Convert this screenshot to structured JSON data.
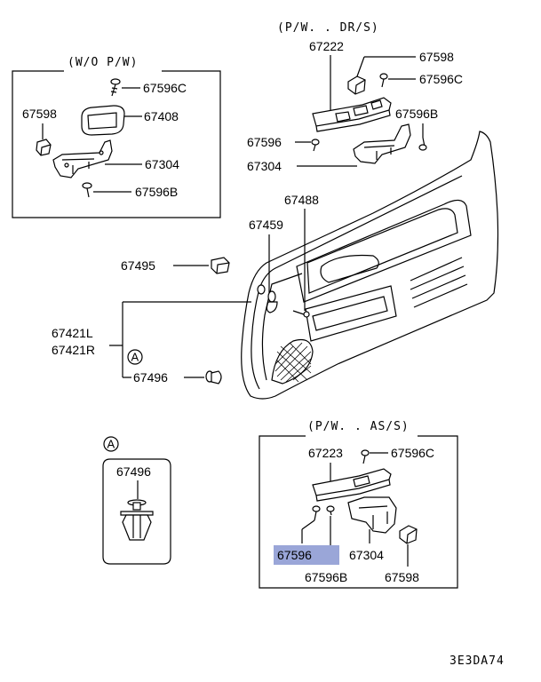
{
  "sections": {
    "wo_pw": "(W/O  P/W)",
    "pw_dr": "(P/W. . DR/S)",
    "pw_as": "(P/W. . AS/S)",
    "ref_a": "A"
  },
  "labels": {
    "p67596c_a": "67596C",
    "p67598_a": "67598",
    "p67408": "67408",
    "p67304_a": "67304",
    "p67596b_a": "67596B",
    "p67222": "67222",
    "p67598_b": "67598",
    "p67596c_b": "67596C",
    "p67596_a": "67596",
    "p67596b_b": "67596B",
    "p67304_b": "67304",
    "p67488": "67488",
    "p67459": "67459",
    "p67495": "67495",
    "p67421l": "67421L",
    "p67421r": "67421R",
    "p67496_a": "67496",
    "p67496_b": "67496",
    "p67223": "67223",
    "p67596c_c": "67596C",
    "p67596_b": "67596",
    "p67304_c": "67304",
    "p67596b_c": "67596B",
    "p67598_c": "67598"
  },
  "footer_code": "3E3DA74",
  "highlight_color": "#9aa6d8"
}
